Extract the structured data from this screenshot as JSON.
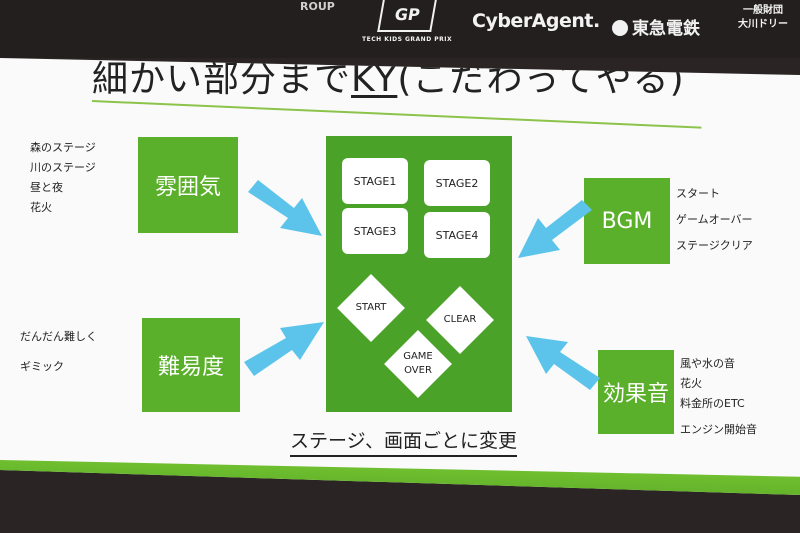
{
  "sponsors": {
    "roup": "ROUP",
    "tkgp_logo": "GP",
    "tkgp_sub": "TECH KIDS GRAND PRIX",
    "cyberagent": "CyberAgent.",
    "tokyu": "東急電鉄",
    "org_line1": "一般財団",
    "org_line2": "大川ドリー"
  },
  "slide": {
    "title_pre": "細かい部分まで",
    "title_ky": "KY",
    "title_post": "(こだわってやる)",
    "boxes": {
      "atmosphere": "雰囲気",
      "difficulty": "難易度",
      "bgm": "BGM",
      "sfx": "効果音"
    },
    "atmosphere_items": [
      "森のステージ",
      "川のステージ",
      "昼と夜",
      "花火"
    ],
    "difficulty_items": [
      "だんだん難しく",
      "ギミック"
    ],
    "bgm_items": [
      "スタート",
      "ゲームオーバー",
      "ステージクリア"
    ],
    "sfx_items": [
      "風や水の音",
      "花火",
      "料金所のETC",
      "エンジン開始音"
    ],
    "stages": [
      "STAGE1",
      "STAGE2",
      "STAGE3",
      "STAGE4"
    ],
    "screens": {
      "start": "START",
      "clear": "CLEAR",
      "gameover_1": "GAME",
      "gameover_2": "OVER"
    },
    "caption": "ステージ、画面ごとに変更"
  },
  "colors": {
    "green_box": "#5ab02a",
    "green_panel": "#4aa228",
    "arrow_blue": "#5cc4ea",
    "bar_green": "#6fbf30"
  }
}
